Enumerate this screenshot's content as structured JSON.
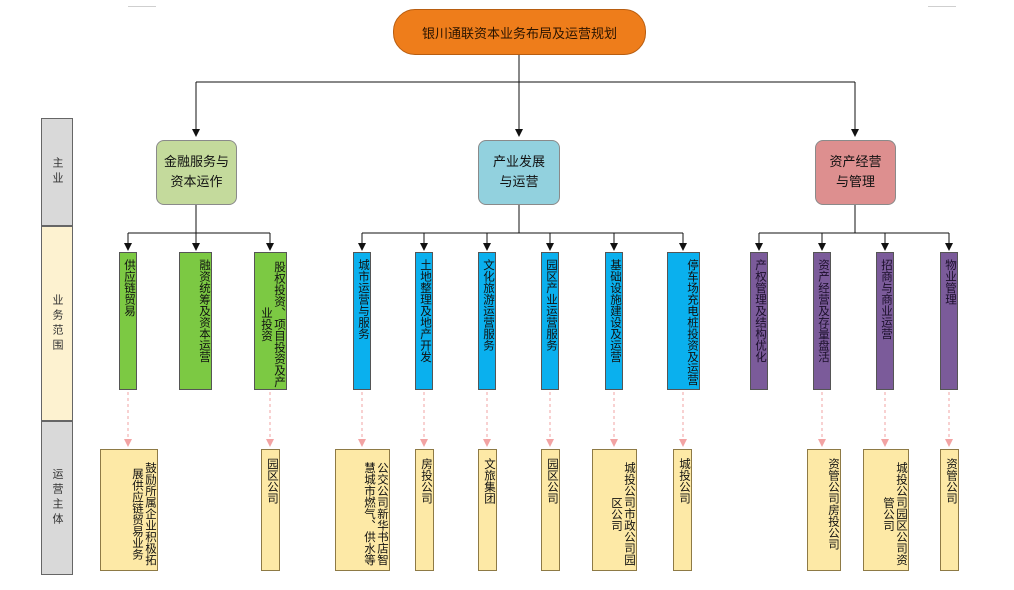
{
  "title": "银川通联资本业务布局及运营规划",
  "side_labels": {
    "main": "主业",
    "scope": "业务范围",
    "entity": "运营主体"
  },
  "main_business": [
    {
      "label": "金融服务与资本运作"
    },
    {
      "label": "产业发展与运营"
    },
    {
      "label": "资产经营与管理"
    }
  ],
  "scopes": [
    "供应链贸易",
    "融资统筹及资本运营",
    "股权投资、项目投资及产业投资",
    "城市运营与服务",
    "土地整理及地产开发",
    "文化旅游运营服务",
    "园区产业运营服务",
    "基础设施建设及运营",
    "停车场充电桩投资及运营",
    "产权管理及结构优化",
    "资产经营及存量盘活",
    "招商与商业运营",
    "物业管理"
  ],
  "entities": [
    "鼓励所属企业积极拓展供应链贸易业务",
    "园区公司",
    "公交公司新华书店智慧城市燃气、供水等",
    "房投公司",
    "文旅集团",
    "园区公司",
    "城投公司市政公司园区公司",
    "城投公司",
    "资管公司房投公司",
    "城投公司园区公司资管公司",
    "资管公司"
  ],
  "colors": {
    "root": "#ee7d1b",
    "finance": "#c4da9c",
    "industry": "#92d1de",
    "asset": "#dd8f8f",
    "bar_green": "#7cc943",
    "bar_cyan": "#0ab0ee",
    "bar_purple": "#7b5b9a",
    "entity": "#fde9a6",
    "side_main": "#d9d9d9",
    "side_scope": "#fdf2d0"
  }
}
